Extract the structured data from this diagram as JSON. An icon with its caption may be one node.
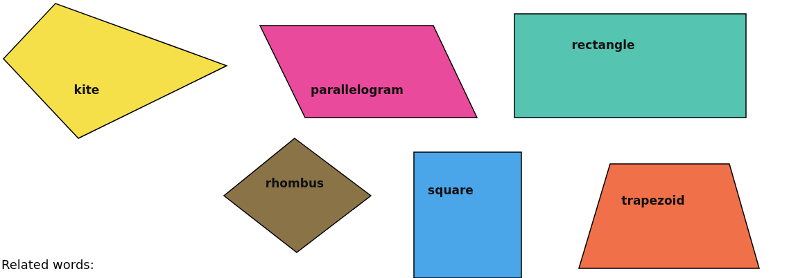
{
  "diagram": {
    "nodes": [
      {
        "text": [
          "kite"
        ]
      },
      {
        "text": [
          "parallelogram"
        ]
      },
      {
        "text": [
          "rectangle"
        ]
      },
      {
        "text": [
          "rhombus"
        ]
      },
      {
        "text": [
          "square"
        ]
      },
      {
        "text": [
          "trapezoid"
        ]
      }
    ],
    "labels": [
      "Related words:"
    ]
  }
}
